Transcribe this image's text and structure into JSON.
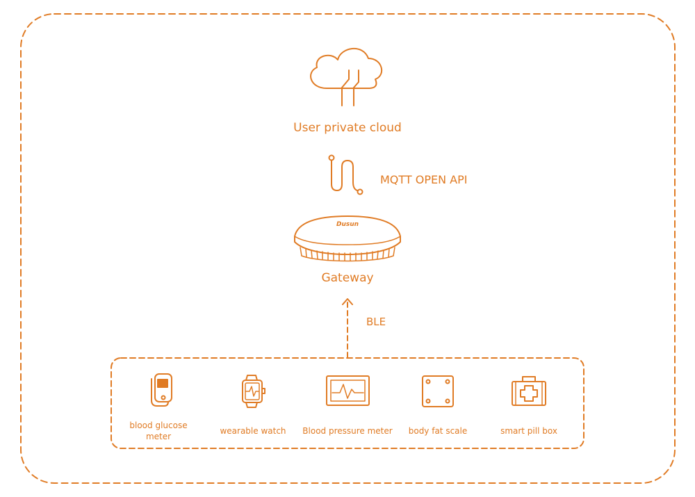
{
  "colors": {
    "accent": "#E07B24",
    "background": "#ffffff"
  },
  "cloud": {
    "label": "User private cloud",
    "icon": "cloud-icon"
  },
  "link": {
    "label": "MQTT OPEN API",
    "icon": "cable-icon"
  },
  "gateway": {
    "label": "Gateway",
    "brand": "Dusun",
    "icon": "gateway-device-icon"
  },
  "connection": {
    "label": "BLE",
    "icon": "dashed-arrow-up-icon"
  },
  "devices": [
    {
      "label": "blood glucose meter",
      "icon": "glucose-meter-icon"
    },
    {
      "label": "wearable watch",
      "icon": "smartwatch-icon"
    },
    {
      "label": "Blood pressure meter",
      "icon": "monitor-waveform-icon"
    },
    {
      "label": "body fat scale",
      "icon": "scale-icon"
    },
    {
      "label": "smart pill box",
      "icon": "first-aid-box-icon"
    }
  ]
}
